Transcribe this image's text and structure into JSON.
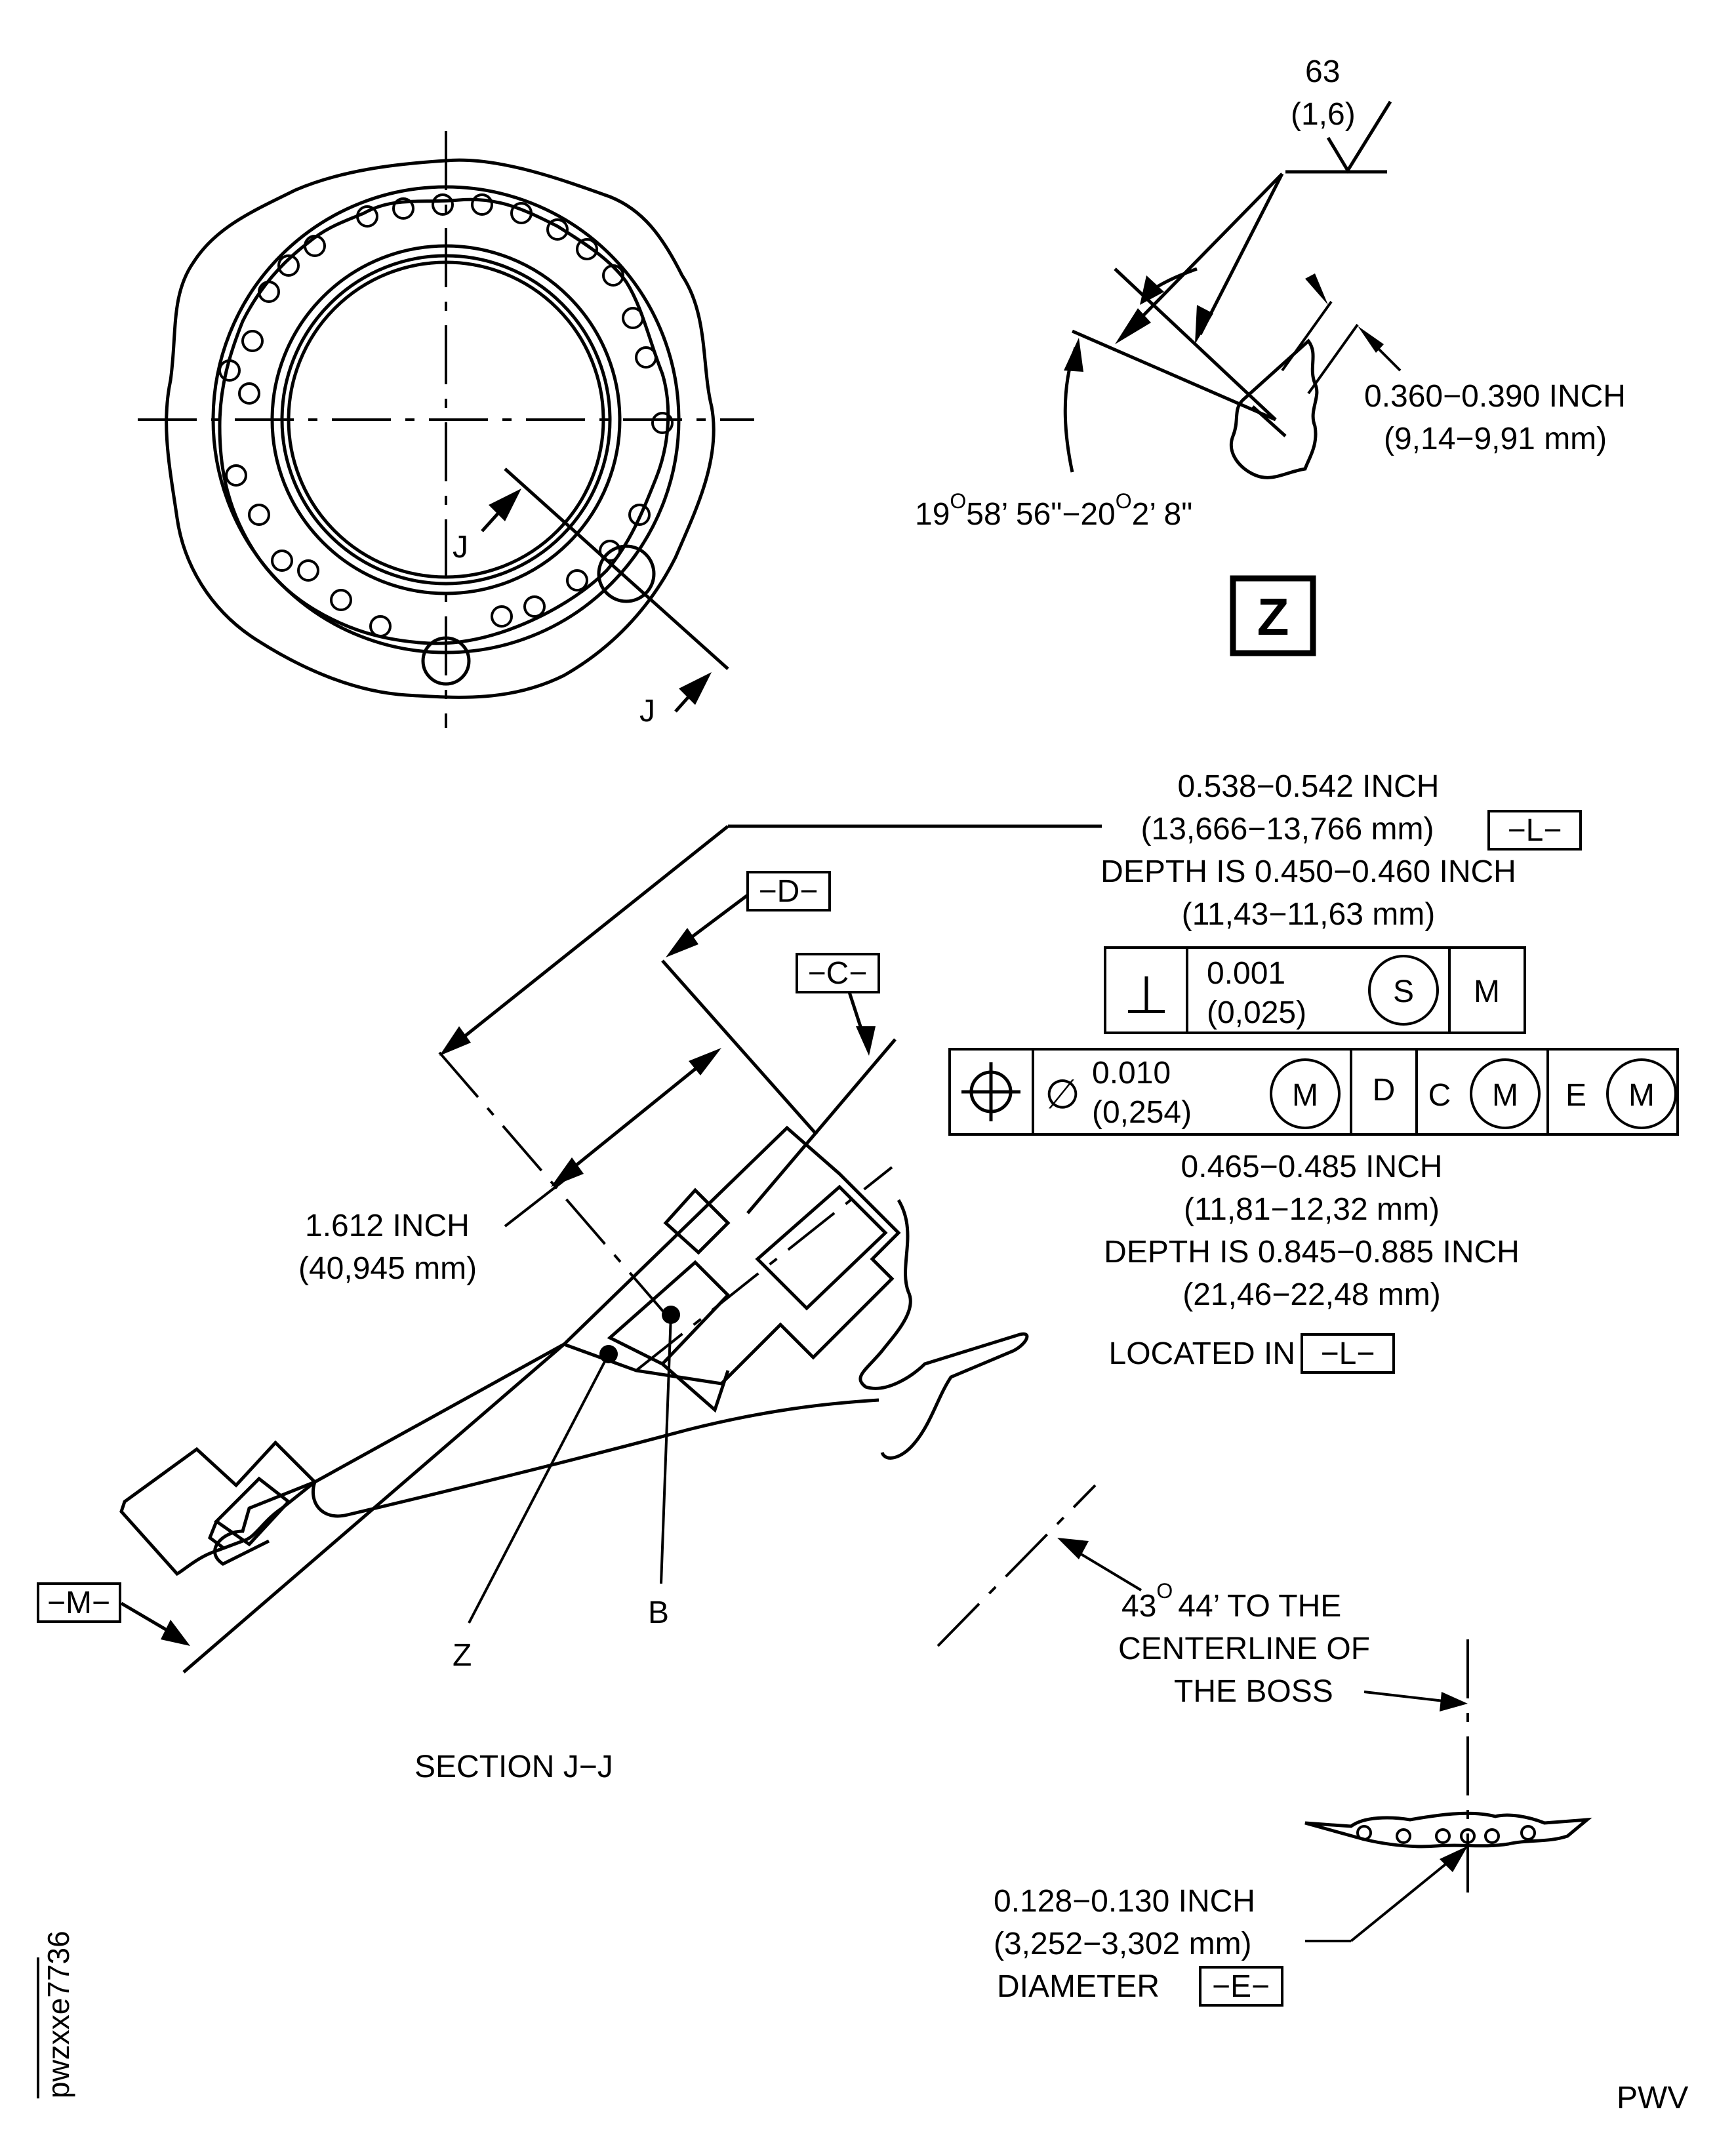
{
  "flange_view": {
    "section_letter_upper": "J",
    "section_letter_lower": "J"
  },
  "view_z": {
    "finish_value": "63",
    "finish_value_metric": "(1,6)",
    "thickness_inch": "0.360−0.390 INCH",
    "thickness_mm": "(9,14−9,91 mm)",
    "angle_deg1": "19",
    "angle_sup1": "O",
    "angle_rest1": "58’ 56\"−20",
    "angle_sup2": "O",
    "angle_rest2": "2’ 8\"",
    "view_label": "Z"
  },
  "hole_spec": {
    "line1": "0.538−0.542 INCH",
    "line2": "(13,666−13,766 mm)",
    "datum_l": "−L−",
    "line3": "DEPTH IS 0.450−0.460 INCH",
    "line4": "(11,43−11,63 mm)"
  },
  "fcf_perpendicularity": {
    "symbol": "⊥",
    "tol_inch": "0.001",
    "tol_mm": "(0,025)",
    "modifier": "S",
    "datum": "M"
  },
  "fcf_position": {
    "symbol": "⊕",
    "diameter_symbol": "∅",
    "tol_inch": "0.010",
    "tol_mm": "(0,254)",
    "modifier": "M",
    "datum1": "D",
    "datum2": "C",
    "datum2_mod": "M",
    "datum3": "E",
    "datum3_mod": "M"
  },
  "counterbore_spec": {
    "line1": "0.465−0.485 INCH",
    "line2": "(11,81−12,32 mm)",
    "line3": "DEPTH IS 0.845−0.885 INCH",
    "line4": "(21,46−22,48 mm)",
    "line5": "LOCATED IN",
    "datum_l": "−L−"
  },
  "section_jj": {
    "datum_d": "−D−",
    "datum_c": "−C−",
    "datum_m": "−M−",
    "length_inch": "1.612 INCH",
    "length_mm": "(40,945 mm)",
    "label_z": "Z",
    "label_b": "B",
    "title": "SECTION J−J"
  },
  "boss_angle": {
    "deg": "43",
    "sup": "O",
    "line1_rest": "44’ TO THE",
    "line2": "CENTERLINE OF",
    "line3": "THE BOSS"
  },
  "hole_diameter": {
    "line1": "0.128−0.130 INCH",
    "line2": "(3,252−3,302 mm)",
    "line3": "DIAMETER",
    "datum_e": "−E−"
  },
  "figure_id": "pwzxxe7736",
  "corner_code": "PWV"
}
